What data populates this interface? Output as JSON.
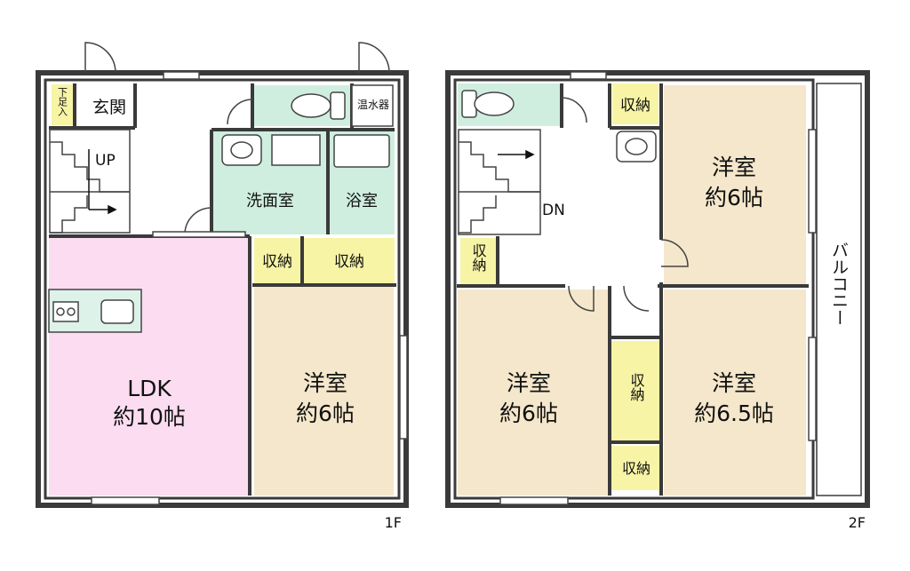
{
  "floor1": {
    "label": "1F",
    "rooms": {
      "getabako": "下足入",
      "genkan": "玄関",
      "water_heater": "温水器",
      "up": "UP",
      "washroom": "洗面室",
      "bath": "浴室",
      "storage_a": "収納",
      "storage_b": "収納",
      "ldk_name": "LDK",
      "ldk_size": "約10帖",
      "western_name": "洋室",
      "western_size": "約6帖"
    }
  },
  "floor2": {
    "label": "2F",
    "rooms": {
      "storage_top": "収納",
      "western_ne_name": "洋室",
      "western_ne_size": "約6帖",
      "dn": "DN",
      "storage_left": "収納",
      "balcony": "バルコニー",
      "western_sw_name": "洋室",
      "western_sw_size": "約6帖",
      "storage_mid": "収納",
      "western_se_name": "洋室",
      "western_se_size": "約6.5帖",
      "storage_bottom": "収納"
    }
  },
  "colors": {
    "wall": "#3a3a3a",
    "room_beige": "#f5e7cb",
    "ldk_pink": "#fbdcf0",
    "wet_green": "#cfeee0",
    "storage_yellow": "#f7f4a6",
    "corridor": "#ffffff"
  }
}
